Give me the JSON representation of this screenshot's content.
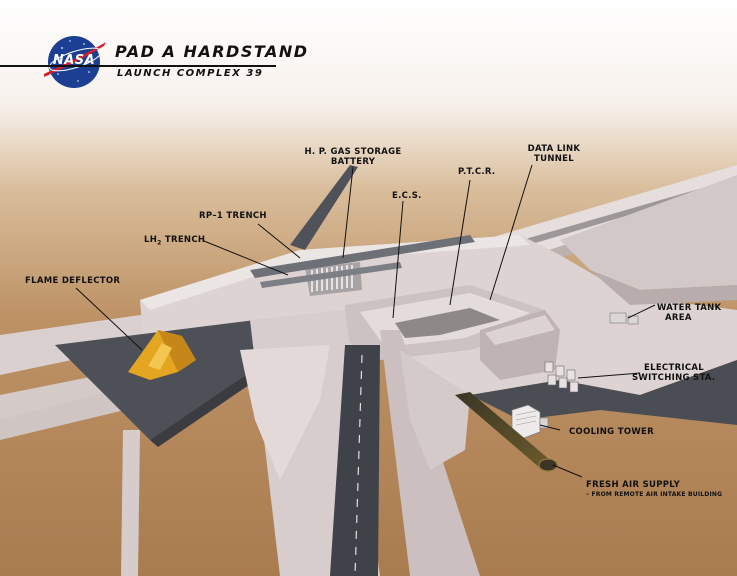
{
  "header": {
    "logo_text": "NASA",
    "title": "PAD A HARDSTAND",
    "subtitle": "LAUNCH COMPLEX 39"
  },
  "labels": {
    "hp_gas_line1": "H. P. GAS STORAGE",
    "hp_gas_line2": "BATTERY",
    "data_link_line1": "DATA LINK",
    "data_link_line2": "TUNNEL",
    "ptcr": "P.T.C.R.",
    "ecs": "E.C.S.",
    "rp1": "RP–1 TRENCH",
    "lh2_prefix": "LH",
    "lh2_sub": "2",
    "lh2_suffix": " TRENCH",
    "flame": "FLAME DEFLECTOR",
    "water_line1": "WATER TANK",
    "water_line2": "AREA",
    "elec_line1": "ELECTRICAL",
    "elec_line2": "SWITCHING STA.",
    "cooling": "COOLING TOWER",
    "fresh_line1": "FRESH AIR SUPPLY",
    "fresh_line2": "– FROM REMOTE AIR INTAKE BUILDING"
  },
  "colors": {
    "sky_top": "#ffffff",
    "sky_bottom": "#c99b6e",
    "ground": "#b48a5c",
    "concrete": "#ddd3d2",
    "concrete_shadow": "#c2b6b6",
    "asphalt": "#454850",
    "deflector": "#e4a520",
    "nasa_blue": "#1c3f94",
    "nasa_red": "#d0202d"
  }
}
